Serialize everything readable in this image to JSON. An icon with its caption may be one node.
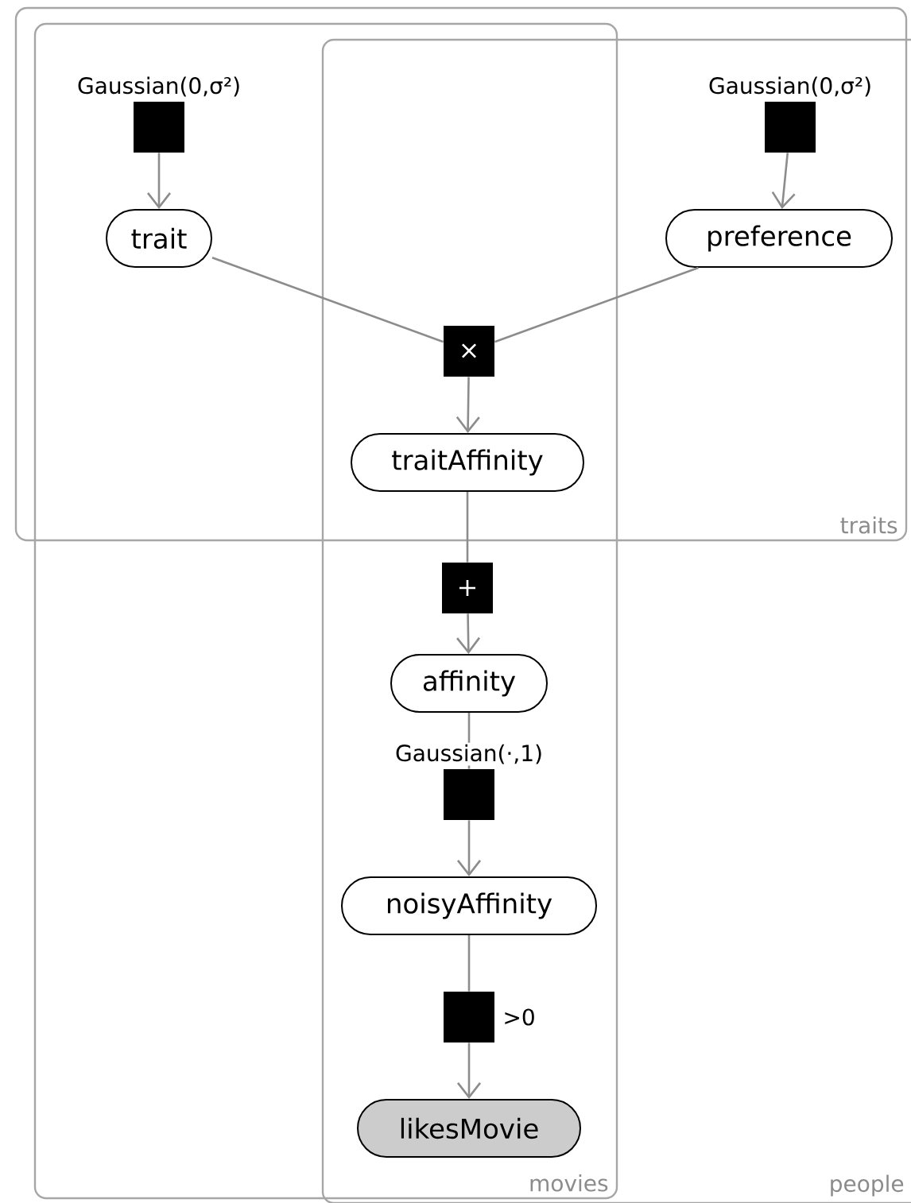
{
  "diagram": {
    "nodes": [
      {
        "text": [],
        "shape": "box",
        "beside": [
          "Gaussian(0,σ²)"
        ]
      },
      {
        "text": [],
        "shape": "box",
        "beside": [
          "Gaussian(0,σ²)"
        ]
      },
      {
        "text": [
          "trait"
        ]
      },
      {
        "text": [
          "preference"
        ]
      },
      {
        "text": [
          "×"
        ]
      },
      {
        "text": [
          "traitAffinity"
        ]
      },
      {
        "text": [
          "+"
        ]
      },
      {
        "text": [
          "affinity"
        ]
      },
      {
        "text": [],
        "shape": "box",
        "beside": [
          "Gaussian(·,1)"
        ]
      },
      {
        "text": [
          "noisyAffinity"
        ]
      },
      {
        "text": [],
        "shape": "box",
        "beside": [
          ">0"
        ]
      },
      {
        "text": [
          "likesMovie"
        ]
      }
    ],
    "edges": [
      {
        "from": 0,
        "to": 2,
        "arrow": "to"
      },
      {
        "from": 1,
        "to": 3,
        "arrow": "to"
      },
      {
        "from": 2,
        "to": 4,
        "arrow": "none"
      },
      {
        "from": 3,
        "to": 4,
        "arrow": "none"
      },
      {
        "from": 4,
        "to": 5,
        "arrow": "to"
      },
      {
        "from": 5,
        "to": 6,
        "arrow": "none"
      },
      {
        "from": 6,
        "to": 7,
        "arrow": "to"
      },
      {
        "from": 7,
        "to": 8,
        "arrow": "none"
      },
      {
        "from": 8,
        "to": 9,
        "arrow": "to"
      },
      {
        "from": 9,
        "to": 10,
        "arrow": "none"
      },
      {
        "from": 10,
        "to": 11,
        "arrow": "to"
      }
    ],
    "labels": [
      "traits",
      "movies",
      "people"
    ]
  }
}
